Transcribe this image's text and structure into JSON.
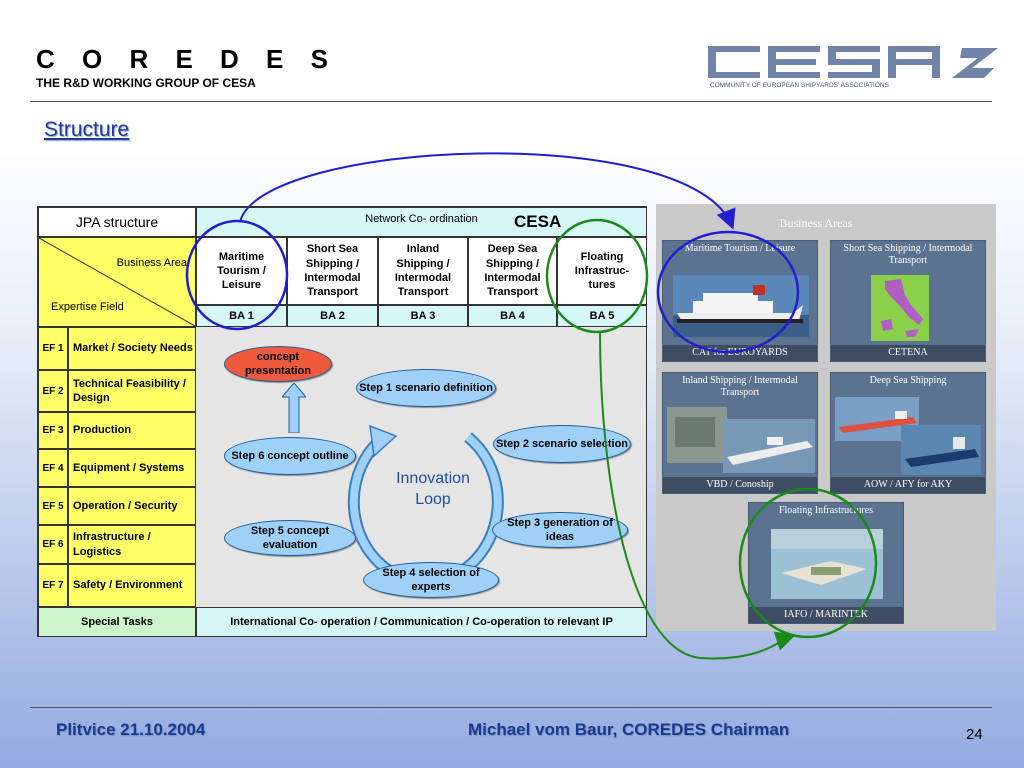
{
  "header": {
    "title": "C O R E D E S",
    "subtitle": "THE R&D WORKING GROUP OF CESA",
    "logo_text": "CESA",
    "logo_tagline": "COMMUNITY OF EUROPEAN SHIPYARDS' ASSOCIATIONS"
  },
  "heading": "Structure",
  "table": {
    "corner_title": "JPA structure",
    "network": "Network Co- ordination",
    "cesa": "CESA",
    "business_area": "Business Area",
    "expertise_field": "Expertise  Field",
    "columns": [
      {
        "label": "Maritime Tourism / Leisure",
        "ba": "BA 1"
      },
      {
        "label": "Short Sea Shipping / Intermodal Transport",
        "ba": "BA 2"
      },
      {
        "label": "Inland Shipping / Intermodal Transport",
        "ba": "BA 3"
      },
      {
        "label": "Deep Sea Shipping / Intermodal Transport",
        "ba": "BA 4"
      },
      {
        "label": "Floating Infrastruc- tures",
        "ba": "BA 5"
      }
    ],
    "rows": [
      {
        "ef": "EF 1",
        "label": "Market / Society Needs"
      },
      {
        "ef": "EF 2",
        "label": "Technical Feasibility / Design"
      },
      {
        "ef": "EF 3",
        "label": "Production"
      },
      {
        "ef": "EF 4",
        "label": "Equipment / Systems"
      },
      {
        "ef": "EF 5",
        "label": "Operation / Security"
      },
      {
        "ef": "EF 6",
        "label": "Infrastructure / Logistics"
      },
      {
        "ef": "EF 7",
        "label": "Safety / Environment"
      }
    ],
    "special_tasks": "Special Tasks",
    "cooperation": "International Co- operation / Communication / Co-operation to relevant IP"
  },
  "loop": {
    "center": "Innovation Loop",
    "concept": "concept presentation",
    "step1": "Step 1 scenario definition",
    "step2": "Step 2 scenario selection",
    "step3": "Step 3 generation of ideas",
    "step4": "Step 4 selection of experts",
    "step5": "Step 5 concept evaluation",
    "step6": "Step 6 concept outline"
  },
  "business_areas": {
    "title": "Business Areas",
    "cards": [
      {
        "title": "Maritime Tourism / Leisure",
        "footer": "CAT for EUROYARDS"
      },
      {
        "title": "Short Sea Shipping / Intermodal Transport",
        "footer": "CETENA"
      },
      {
        "title": "Inland Shipping / Intermodal Transport",
        "footer": "VBD / Conoship"
      },
      {
        "title": "Deep Sea Shipping",
        "footer": "AOW / AFY for AKY"
      },
      {
        "title": "Floating Infrastructures",
        "footer": "IAFO / MARINTEK"
      }
    ]
  },
  "footer": {
    "left": "Plitvice 21.10.2004",
    "center": "Michael vom Baur, COREDES Chairman",
    "page": "24"
  },
  "colors": {
    "accent": "#1f3d99",
    "highlight_circle_blue": "#1f1fd0",
    "highlight_circle_green": "#1a8a1a",
    "arrow_green": "#1a8a1a"
  }
}
